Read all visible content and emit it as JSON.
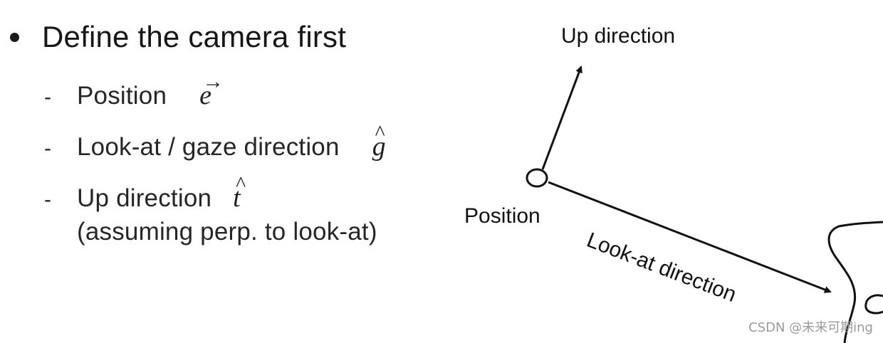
{
  "bullet": {
    "text": "Define the camera first"
  },
  "sub_items": [
    {
      "dash": "-",
      "text": "Position",
      "symbol": "e",
      "accent": "→"
    },
    {
      "dash": "-",
      "text": "Look-at / gaze direction",
      "symbol": "g",
      "accent": "^"
    },
    {
      "dash": "-",
      "text": "Up direction",
      "symbol": "t",
      "accent": "^"
    }
  ],
  "sub_note": "(assuming perp. to look-at)",
  "diagram": {
    "label_up": "Up direction",
    "label_position": "Position",
    "label_lookat": "Look-at direction"
  },
  "watermark": "CSDN @未来可期ing"
}
